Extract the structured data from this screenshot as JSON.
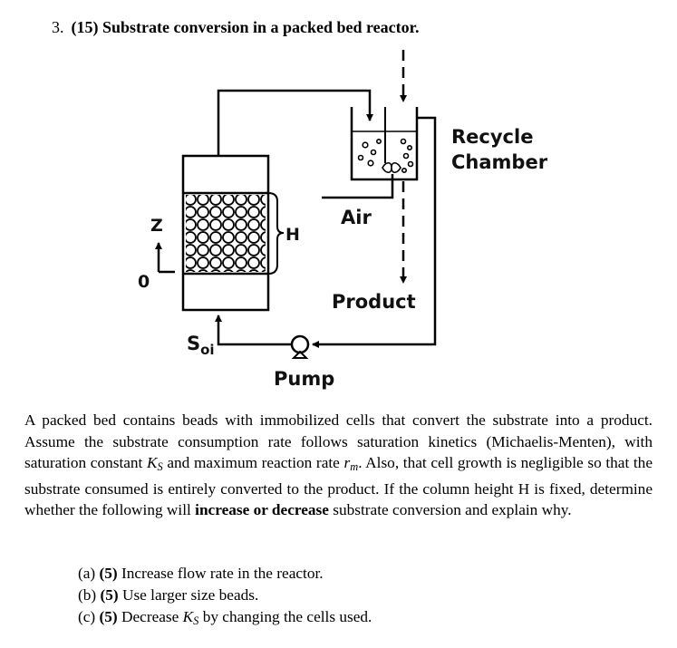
{
  "problem": {
    "number": "3.",
    "title": "(15) Substrate conversion in a packed bed reactor."
  },
  "diagram": {
    "labels": {
      "recycle_line1": "Recycle",
      "recycle_line2": "Chamber",
      "air": "Air",
      "product": "Product",
      "pump": "Pump",
      "z": "Z",
      "origin": "0",
      "height": "H",
      "inlet_s": "S",
      "inlet_sub": "oi"
    }
  },
  "paragraph": {
    "p1": "A packed bed contains beads with immobilized cells that convert the substrate into a product. Assume the substrate consumption rate follows saturation kinetics (Michaelis-Menten), with saturation constant ",
    "ks_sym": "K",
    "ks_sub": "S",
    "p2": " and maximum reaction rate ",
    "rm_sym": "r",
    "rm_sub": "m",
    "p3": ". Also, that cell growth is negligible so that the substrate consumed is entirely converted to the product. If the column height H is fixed, determine whether the following will ",
    "bold": "increase or decrease",
    "p4": " substrate conversion and explain why."
  },
  "parts": [
    {
      "label": "(a)",
      "points": "(5)",
      "text": " Increase flow rate in the reactor."
    },
    {
      "label": "(b)",
      "points": "(5)",
      "text": " Use larger size beads."
    },
    {
      "label": "(c)",
      "points": "(5)",
      "text_pre": " Decrease ",
      "sym": "K",
      "sub": "S",
      "text_post": " by changing the cells used."
    }
  ]
}
